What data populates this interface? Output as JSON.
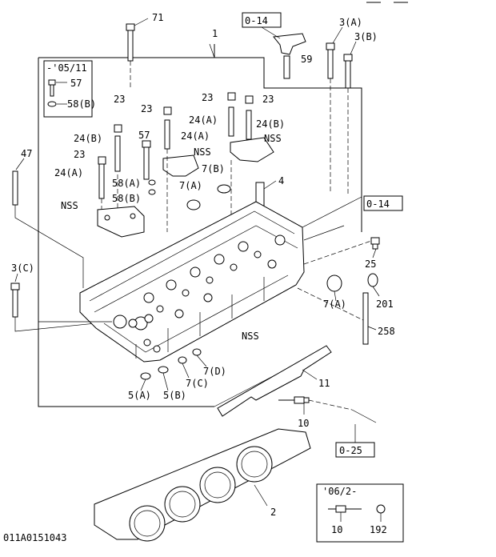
{
  "labels": {
    "p71": "71",
    "p1": "1",
    "ref_014_top": "0-14",
    "p3a": "3(A)",
    "p3b": "3(B)",
    "p59": "59",
    "date_0511": "-'05/11",
    "p57a": "57",
    "p58b_box": "58(B)",
    "p23_a": "23",
    "p23_b": "23",
    "p23_c": "23",
    "p23_d": "23",
    "p23_e": "23",
    "p24b_left": "24(B)",
    "p24a_left": "24(A)",
    "p24a_mid": "24(A)",
    "p24a_right": "24(A)",
    "p24b_right": "24(B)",
    "p57b": "57",
    "nss_1": "NSS",
    "nss_2": "NSS",
    "nss_3": "NSS",
    "nss_4": "NSS",
    "p47": "47",
    "p58a": "58(A)",
    "p58b": "58(B)",
    "p7b": "7(B)",
    "p7a_top": "7(A)",
    "p4": "4",
    "ref_014_right": "0-14",
    "p3c": "3(C)",
    "p25": "25",
    "p7a_right": "7(A)",
    "p201": "201",
    "p258": "258",
    "p5a": "5(A)",
    "p5b": "5(B)",
    "p7c": "7(C)",
    "p7d": "7(D)",
    "p11": "11",
    "p10": "10",
    "ref_025": "0-25",
    "p2": "2",
    "date_062": "'06/2-",
    "p10_box": "10",
    "p192": "192",
    "drawing_no": "011A0151043"
  }
}
